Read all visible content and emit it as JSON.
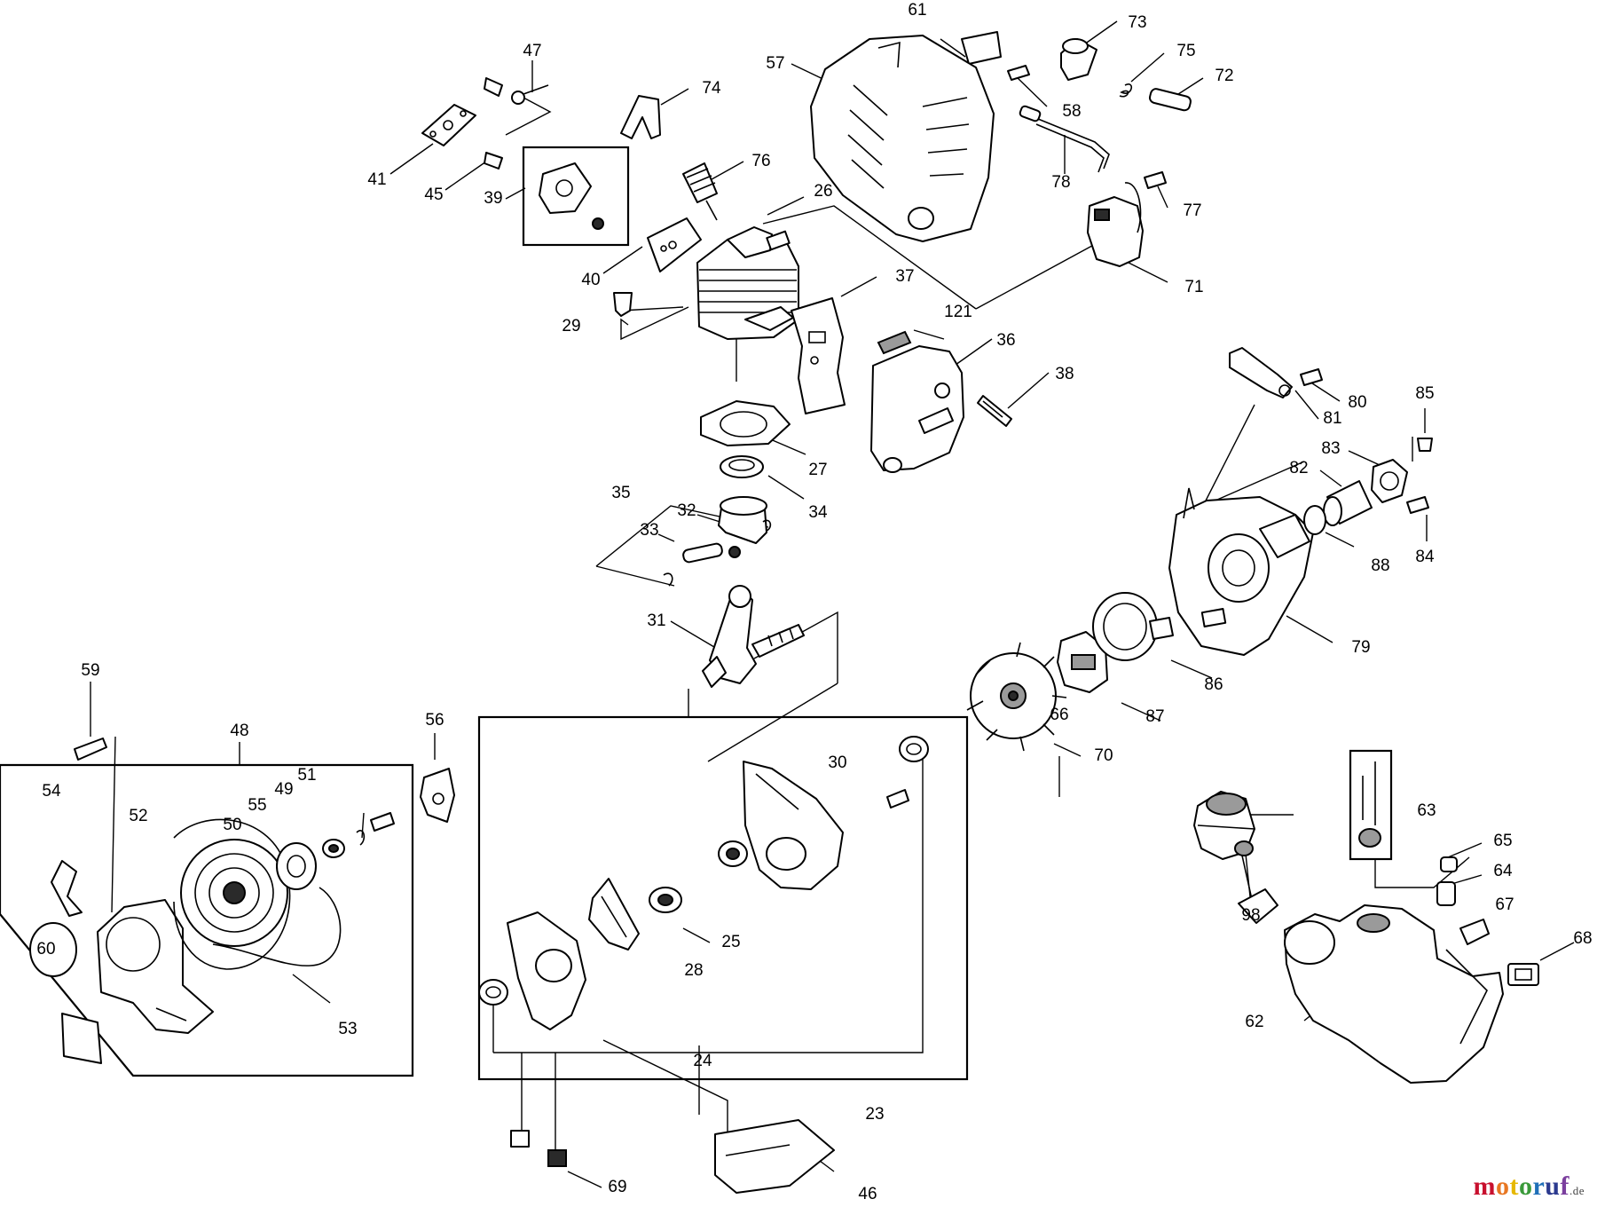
{
  "watermark": {
    "letters": [
      "m",
      "o",
      "t",
      "o",
      "r",
      "u",
      "f"
    ],
    "letter_colors": [
      "#c8102e",
      "#e87722",
      "#e6b800",
      "#3a9a3a",
      "#1f6fb8",
      "#2b3a8f",
      "#7b3f9e"
    ],
    "suffix": ".de"
  },
  "callouts": [
    {
      "id": "61",
      "text": "61"
    },
    {
      "id": "73",
      "text": "73"
    },
    {
      "id": "75",
      "text": "75"
    },
    {
      "id": "72",
      "text": "72"
    },
    {
      "id": "47",
      "text": "47"
    },
    {
      "id": "57",
      "text": "57"
    },
    {
      "id": "74",
      "text": "74"
    },
    {
      "id": "58",
      "text": "58"
    },
    {
      "id": "41",
      "text": "41"
    },
    {
      "id": "45",
      "text": "45"
    },
    {
      "id": "39",
      "text": "39"
    },
    {
      "id": "76",
      "text": "76"
    },
    {
      "id": "26",
      "text": "26"
    },
    {
      "id": "78",
      "text": "78"
    },
    {
      "id": "77",
      "text": "77"
    },
    {
      "id": "40",
      "text": "40"
    },
    {
      "id": "71",
      "text": "71"
    },
    {
      "id": "37",
      "text": "37"
    },
    {
      "id": "29",
      "text": "29"
    },
    {
      "id": "121",
      "text": "121"
    },
    {
      "id": "36",
      "text": "36"
    },
    {
      "id": "38",
      "text": "38"
    },
    {
      "id": "80",
      "text": "80"
    },
    {
      "id": "85",
      "text": "85"
    },
    {
      "id": "81",
      "text": "81"
    },
    {
      "id": "27",
      "text": "27"
    },
    {
      "id": "83",
      "text": "83"
    },
    {
      "id": "82",
      "text": "82"
    },
    {
      "id": "34",
      "text": "34"
    },
    {
      "id": "35",
      "text": "35"
    },
    {
      "id": "32",
      "text": "32"
    },
    {
      "id": "84",
      "text": "84"
    },
    {
      "id": "33",
      "text": "33"
    },
    {
      "id": "88",
      "text": "88"
    },
    {
      "id": "31",
      "text": "31"
    },
    {
      "id": "79",
      "text": "79"
    },
    {
      "id": "86",
      "text": "86"
    },
    {
      "id": "59",
      "text": "59"
    },
    {
      "id": "87",
      "text": "87"
    },
    {
      "id": "48",
      "text": "48"
    },
    {
      "id": "56",
      "text": "56"
    },
    {
      "id": "66",
      "text": "66"
    },
    {
      "id": "70",
      "text": "70"
    },
    {
      "id": "51",
      "text": "51"
    },
    {
      "id": "30",
      "text": "30"
    },
    {
      "id": "49",
      "text": "49"
    },
    {
      "id": "55",
      "text": "55"
    },
    {
      "id": "54",
      "text": "54"
    },
    {
      "id": "52",
      "text": "52"
    },
    {
      "id": "50",
      "text": "50"
    },
    {
      "id": "63",
      "text": "63"
    },
    {
      "id": "65",
      "text": "65"
    },
    {
      "id": "64",
      "text": "64"
    },
    {
      "id": "25",
      "text": "25"
    },
    {
      "id": "98",
      "text": "98"
    },
    {
      "id": "67",
      "text": "67"
    },
    {
      "id": "68",
      "text": "68"
    },
    {
      "id": "28",
      "text": "28"
    },
    {
      "id": "60",
      "text": "60"
    },
    {
      "id": "62",
      "text": "62"
    },
    {
      "id": "53",
      "text": "53"
    },
    {
      "id": "24",
      "text": "24"
    },
    {
      "id": "23",
      "text": "23"
    },
    {
      "id": "69",
      "text": "69"
    },
    {
      "id": "46",
      "text": "46"
    }
  ]
}
